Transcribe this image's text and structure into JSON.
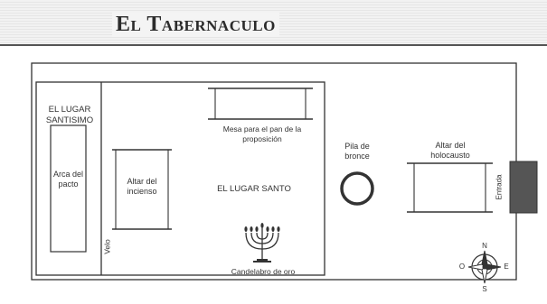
{
  "page": {
    "title": "El Tabernaculo"
  },
  "diagram": {
    "holy_of_holies": "EL LUGAR SANTISIMO",
    "ark": "Arca del pacto",
    "veil": "Velo",
    "incense_altar": "Altar del incienso",
    "holy_place": "EL LUGAR SANTO",
    "bread_table": "Mesa para el pan de la proposición",
    "menorah": "Candelabro de oro",
    "laver": "Pila de bronce",
    "burnt_altar": "Altar del holocausto",
    "entrance": "Entrada",
    "compass": {
      "n": "N",
      "s": "S",
      "e": "E",
      "w": "O"
    }
  }
}
